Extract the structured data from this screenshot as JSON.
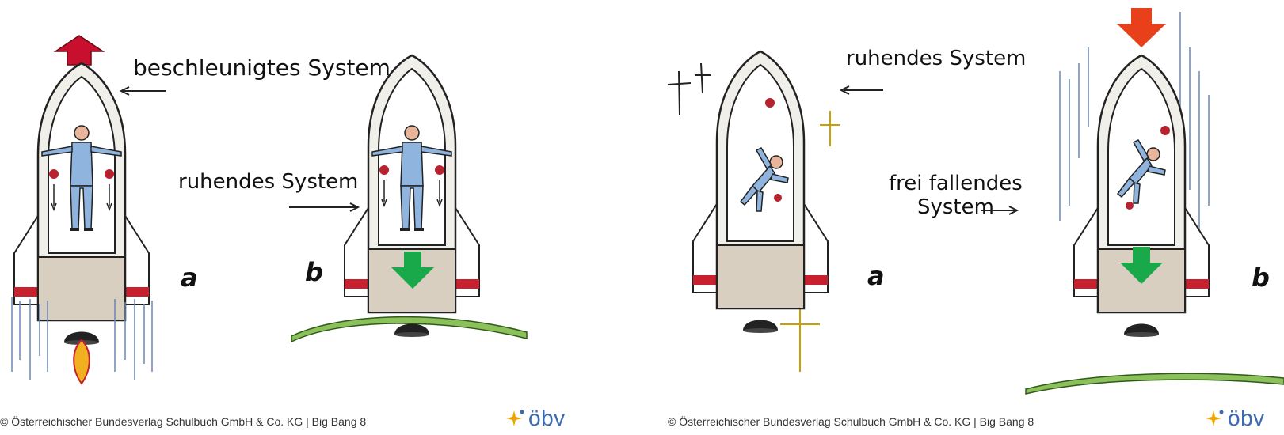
{
  "left_panel": {
    "label_accelerated": "beschleunigtes System",
    "label_rest": "ruhendes System",
    "letter_a": "a",
    "letter_b": "b",
    "copyright": "© Österreichischer Bundesverlag Schulbuch GmbH & Co. KG |  Big Bang 8",
    "logo": "öbv"
  },
  "right_panel": {
    "label_rest": "ruhendes System",
    "label_falling_line1": "frei fallendes",
    "label_falling_line2": "System",
    "letter_a": "a",
    "letter_b": "b",
    "copyright": "© Österreichischer Bundesverlag Schulbuch GmbH & Co. KG |  Big Bang 8",
    "logo": "öbv"
  },
  "colors": {
    "red_arrow": "#c8102e",
    "green_arrow": "#19a84a",
    "suit": "#8fb5de",
    "ground": "#8cc05a",
    "stripe": "#c8202e",
    "logo_blue": "#3b6ab3",
    "logo_orange": "#f0a400"
  }
}
